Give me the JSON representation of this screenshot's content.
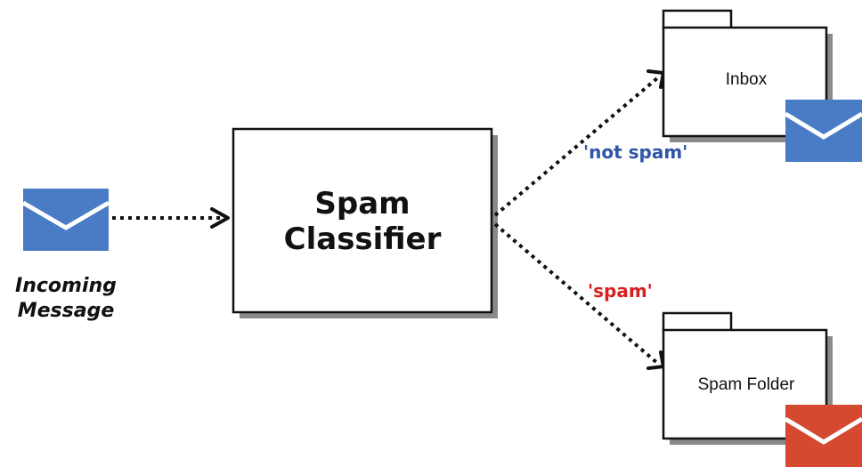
{
  "classifier": {
    "line1": "Spam",
    "line2": "Classifier"
  },
  "incoming": {
    "line1": "Incoming",
    "line2": "Message",
    "icon": "envelope-icon",
    "color": "#4a7cc6"
  },
  "inbox": {
    "label": "Inbox",
    "icon": "envelope-icon",
    "color": "#4a7cc6"
  },
  "spam_folder": {
    "label": "Spam Folder",
    "icon": "envelope-icon",
    "color": "#d4492f"
  },
  "edges": {
    "not_spam": {
      "label": "'not spam'",
      "color": "#2e55a8"
    },
    "spam": {
      "label": "'spam'",
      "color": "#d62020"
    }
  }
}
